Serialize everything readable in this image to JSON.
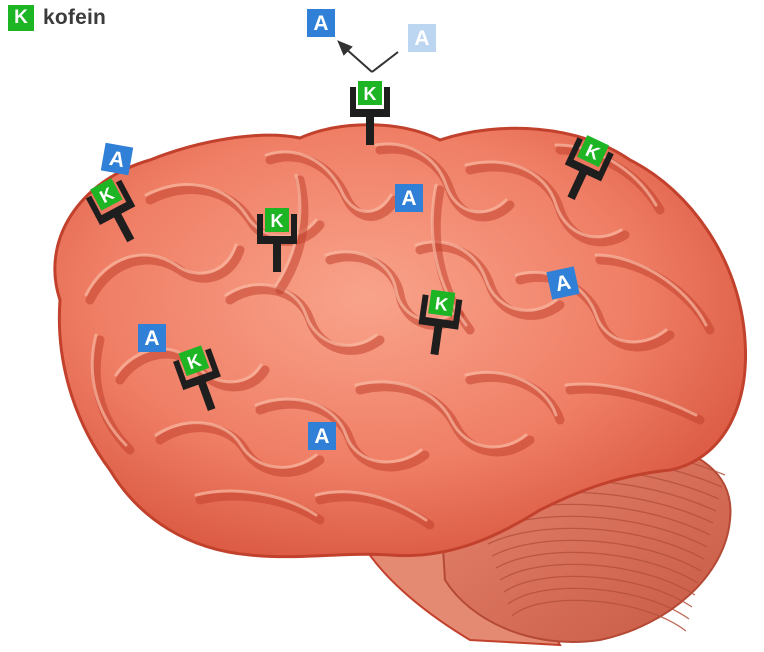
{
  "legend": {
    "symbol": "K",
    "label": "kofein"
  },
  "caffeine_label": "K",
  "adenosine_label": "A",
  "colors": {
    "caffeine": "#1db524",
    "adenosine": "#2f80d6",
    "adenosine_faded": "#bcd6f2",
    "receptor": "#1e1e1e",
    "brain_fill": "#f0826a",
    "brain_light": "#f9b9a3",
    "brain_dark": "#c2412d",
    "cerebellum": "#e27a66"
  }
}
